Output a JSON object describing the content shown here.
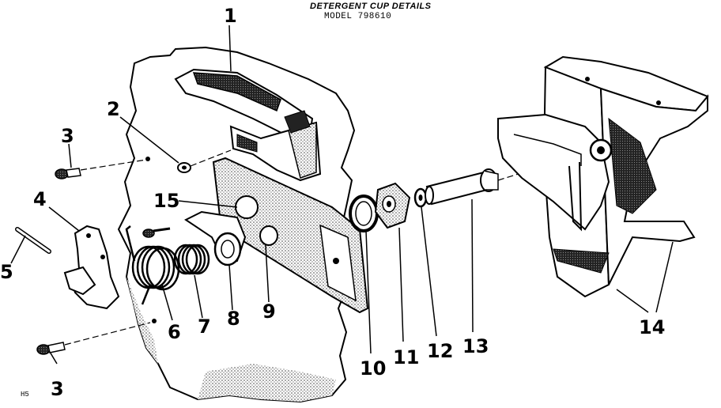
{
  "header": {
    "title": "DETERGENT CUP DETAILS",
    "model": "MODEL 798610"
  },
  "footer_code": "H5",
  "callouts": [
    {
      "id": "c1",
      "label": "1"
    },
    {
      "id": "c2",
      "label": "2"
    },
    {
      "id": "c3a",
      "label": "3"
    },
    {
      "id": "c3b",
      "label": "3"
    },
    {
      "id": "c4",
      "label": "4"
    },
    {
      "id": "c5",
      "label": "5"
    },
    {
      "id": "c6",
      "label": "6"
    },
    {
      "id": "c7",
      "label": "7"
    },
    {
      "id": "c8",
      "label": "8"
    },
    {
      "id": "c9",
      "label": "9"
    },
    {
      "id": "c10",
      "label": "10"
    },
    {
      "id": "c11",
      "label": "11"
    },
    {
      "id": "c12",
      "label": "12"
    },
    {
      "id": "c13",
      "label": "13"
    },
    {
      "id": "c14",
      "label": "14"
    },
    {
      "id": "c15",
      "label": "15"
    }
  ],
  "colors": {
    "ink": "#000000",
    "paper": "#ffffff",
    "shade": "#555555"
  }
}
